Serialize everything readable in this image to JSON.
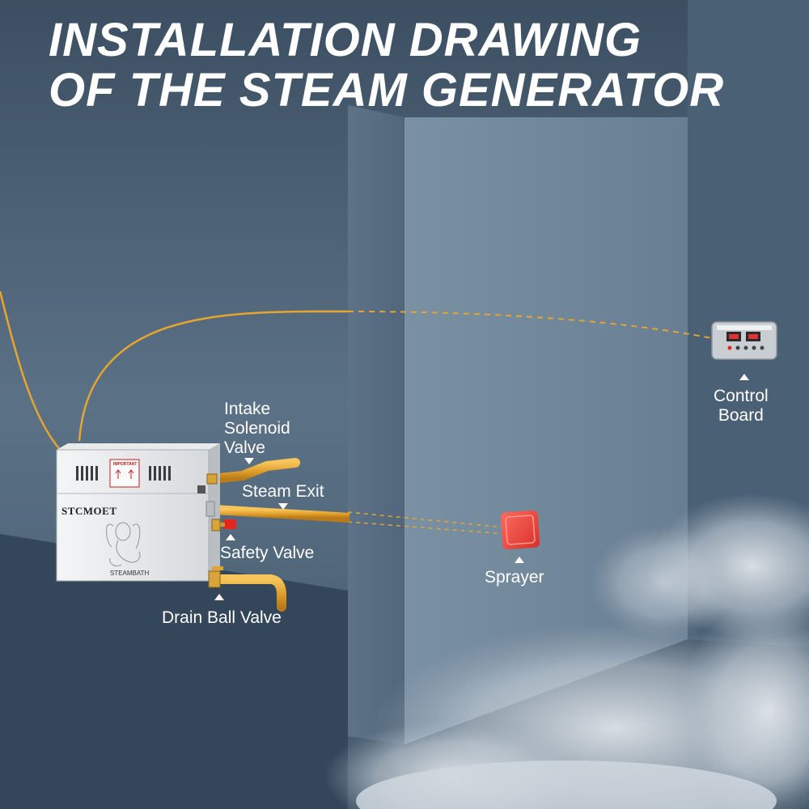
{
  "title": {
    "line1": "INSTALLATION DRAWING",
    "line2": "OF THE STEAM GENERATOR"
  },
  "labels": {
    "intake_solenoid_valve": [
      "Intake",
      "Solenoid",
      "Valve"
    ],
    "steam_exit": "Steam Exit",
    "safety_valve": "Safety Valve",
    "drain_ball_valve": "Drain Ball Valve",
    "sprayer": "Sprayer",
    "control_board": [
      "Control",
      "Board"
    ]
  },
  "generator": {
    "brand": "STCMOET",
    "model": "STEAMBATH",
    "warning_label": "IMPORTANT"
  },
  "colors": {
    "wall": "#4f667b",
    "pillar": "#6f8599",
    "pipe": "#e6a531",
    "sprayer": "#e8413a",
    "text": "#ffffff"
  }
}
